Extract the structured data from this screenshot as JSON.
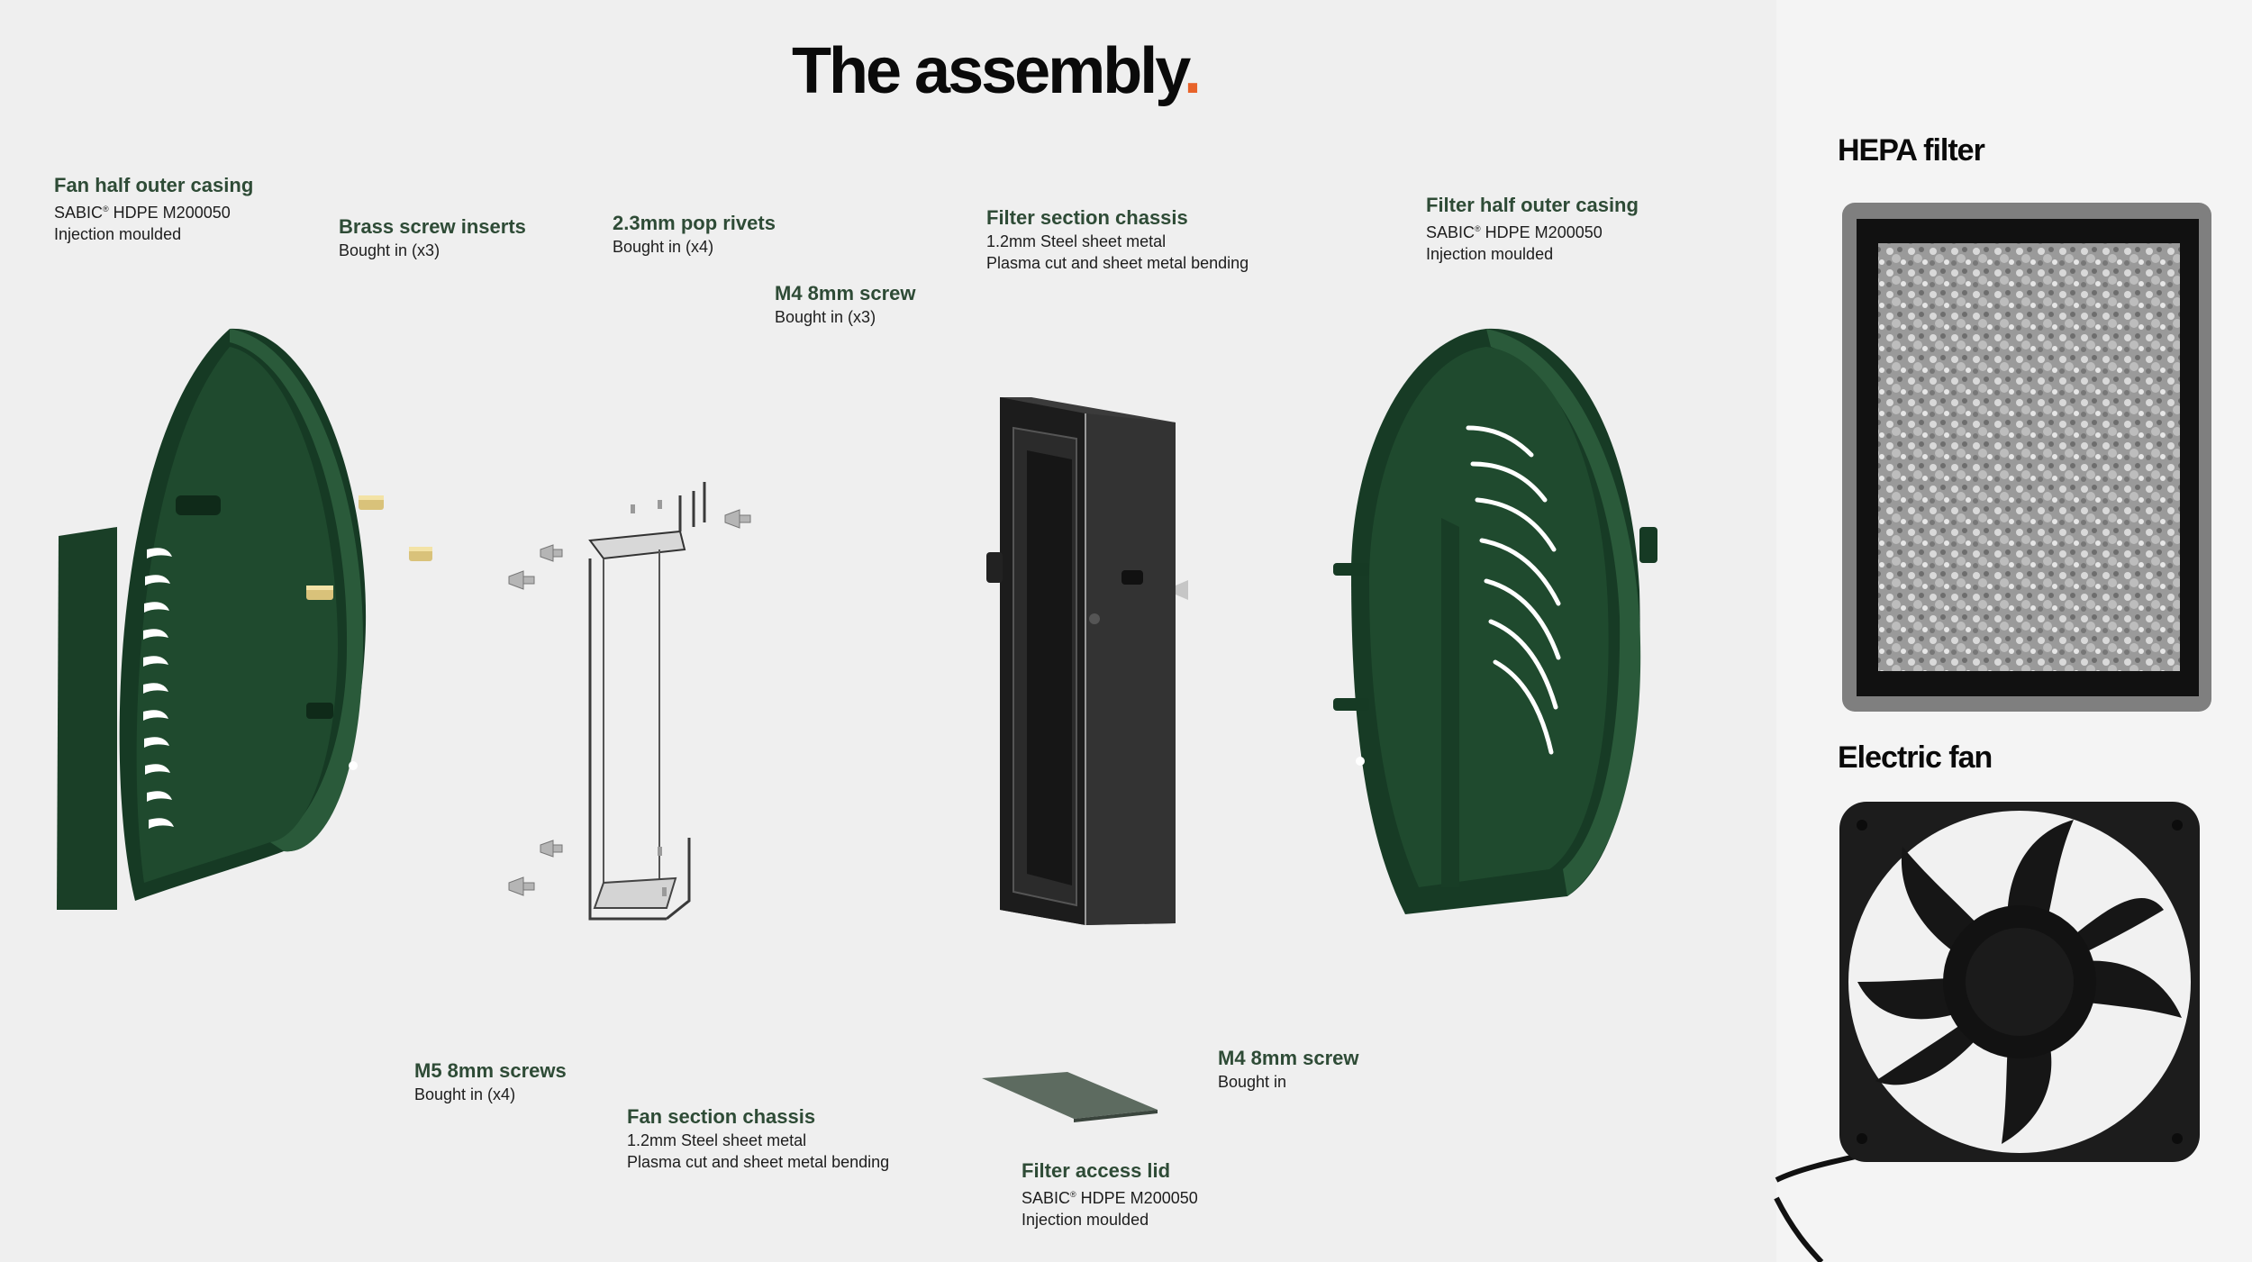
{
  "title": {
    "text": "The assembly",
    "dot": "."
  },
  "parts": {
    "fan_casing": {
      "name": "Fan half outer casing",
      "line1": "SABIC",
      "line1_tm": "®",
      "line1_rest": " HDPE M200050",
      "line2": "Injection moulded"
    },
    "brass_inserts": {
      "name": "Brass screw inserts",
      "line1": "Bought in (x3)"
    },
    "pop_rivets": {
      "name": "2.3mm pop rivets",
      "line1": "Bought in (x4)"
    },
    "m4_screw_top": {
      "name": "M4 8mm screw",
      "line1": "Bought in (x3)"
    },
    "filter_chassis": {
      "name": "Filter section chassis",
      "line1": "1.2mm Steel sheet metal",
      "line2": "Plasma cut and sheet metal bending"
    },
    "filter_casing": {
      "name": "Filter half outer casing",
      "line1": "SABIC",
      "line1_tm": "®",
      "line1_rest": " HDPE M200050",
      "line2": "Injection moulded"
    },
    "m5_screws": {
      "name": "M5 8mm screws",
      "line1": "Bought in (x4)"
    },
    "fan_chassis": {
      "name": "Fan section chassis",
      "line1": "1.2mm Steel sheet metal",
      "line2": "Plasma cut and sheet metal bending"
    },
    "m4_screw_bottom": {
      "name": "M4 8mm screw",
      "line1": "Bought in"
    },
    "filter_lid": {
      "name": "Filter access lid",
      "line1": "SABIC",
      "line1_tm": "®",
      "line1_rest": " HDPE M200050",
      "line2": "Injection moulded"
    }
  },
  "sidebar": {
    "hepa_title": "HEPA filter",
    "fan_title": "Electric fan"
  },
  "colors": {
    "casing_green": "#1f4a2e",
    "accent_orange": "#e8632a",
    "label_green": "#2e4b36"
  }
}
